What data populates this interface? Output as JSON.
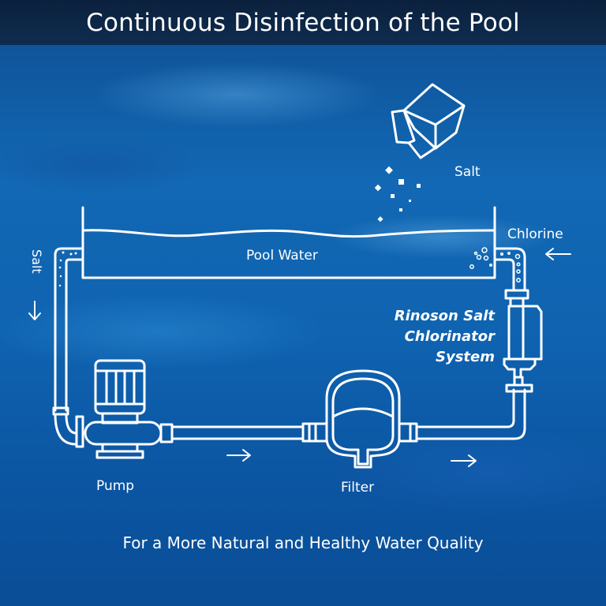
{
  "header": {
    "title": "Continuous Disinfection of the Pool"
  },
  "diagram": {
    "labels": {
      "salt_top": "Salt",
      "pool_water": "Pool Water",
      "chlorine": "Chlorine",
      "salt_side": "Salt",
      "chlorinator_line1": "Rinoson Salt",
      "chlorinator_line2": "Chlorinator",
      "chlorinator_line3": "System",
      "pump": "Pump",
      "filter": "Filter"
    },
    "icons": [
      "salt-cube-icon",
      "pool-tank-icon",
      "pump-icon",
      "filter-icon",
      "chlorinator-icon",
      "flow-arrow-icon"
    ],
    "colors": {
      "line": "#ffffff",
      "header_bg": "#0f2a4c",
      "water": "#1166b0"
    }
  },
  "footer": {
    "tagline": "For a More Natural and Healthy Water Quality"
  }
}
